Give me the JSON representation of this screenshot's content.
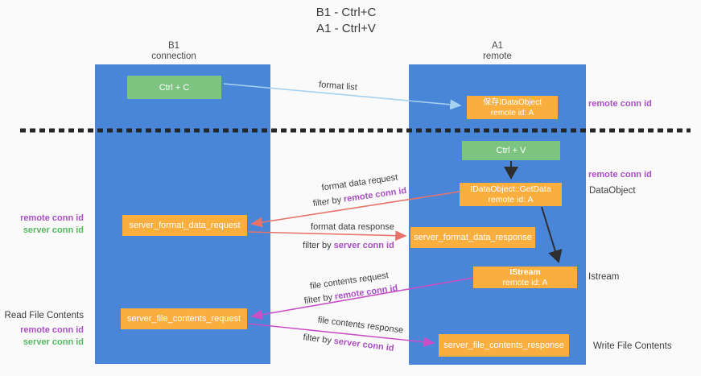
{
  "title": {
    "line1": "B1 - Ctrl+C",
    "line2": "A1 - Ctrl+V"
  },
  "lanes": {
    "b1": {
      "name": "B1",
      "subtitle": "connection"
    },
    "a1": {
      "name": "A1",
      "subtitle": "remote"
    }
  },
  "nodes": {
    "ctrl_c": {
      "label": "Ctrl + C"
    },
    "ctrl_v": {
      "label": "Ctrl + V"
    },
    "save_dataobject": {
      "line1": "保存IDataObject",
      "line2": "remote id: A"
    },
    "getdata": {
      "line1": "IDataObject::GetData",
      "line2": "remote id: A"
    },
    "istream": {
      "line1": "IStream",
      "line2": "remote id: A"
    },
    "server_format_data_request": {
      "label": "server_format_data_request"
    },
    "server_format_data_response": {
      "label": "server_format_data_response"
    },
    "server_file_contents_request": {
      "label": "server_file_contents_request"
    },
    "server_file_contents_response": {
      "label": "server_file_contents_response"
    }
  },
  "left_annotations": {
    "format": {
      "remote": "remote conn id",
      "server": "server conn id"
    },
    "file": {
      "title": "Read File Contents",
      "remote": "remote conn id",
      "server": "server conn id"
    }
  },
  "right_annotations": {
    "top_remote_conn": "remote conn id",
    "mid_remote_conn": "remote conn id",
    "dataobject": "DataObject",
    "istream": "Istream",
    "write_file": "Write File Contents"
  },
  "arrows": {
    "format_list": {
      "label": "format list"
    },
    "format_request": {
      "label": "format data request",
      "filter_prefix": "filter by",
      "filter_key": "remote conn id"
    },
    "format_response": {
      "label": "format data response",
      "filter_prefix": "filter by",
      "filter_key": "server conn id"
    },
    "file_request": {
      "label": "file contents request",
      "filter_prefix": "filter by",
      "filter_key": "remote conn id"
    },
    "file_response": {
      "label": "file contents response",
      "filter_prefix": "filter by",
      "filter_key": "server conn id"
    }
  },
  "colors": {
    "lane_blue": "#4a86d8",
    "node_green": "#7cc47f",
    "node_orange": "#f9ae3e",
    "arrow_light_blue": "#a5d2f0",
    "arrow_salmon": "#e8736b",
    "arrow_magenta": "#ca4fc6",
    "arrow_black": "#2e2e2e",
    "label_purple": "#a94fc4",
    "label_green": "#53b85e",
    "background": "#fafafa"
  }
}
